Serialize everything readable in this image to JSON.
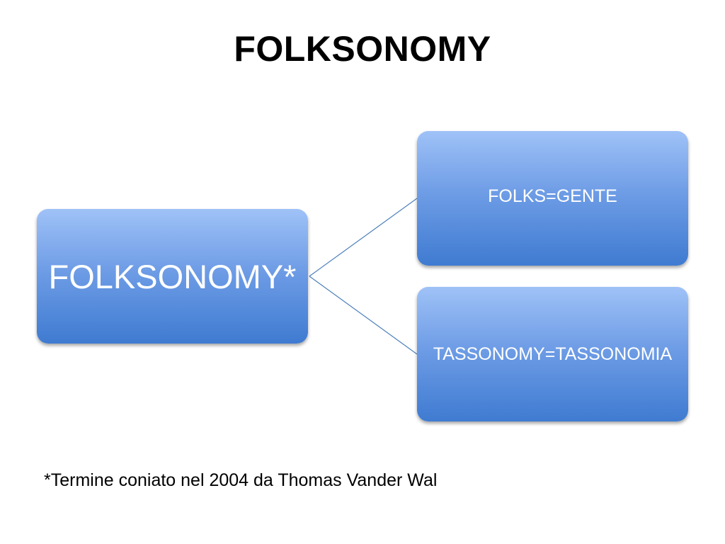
{
  "slide": {
    "title": "FOLKSONOMY"
  },
  "diagram": {
    "root": {
      "label": "FOLKSONOMY*"
    },
    "children": [
      {
        "label": "FOLKS=GENTE"
      },
      {
        "label": "TASSONOMY=TASSONOMIA"
      }
    ],
    "colors": {
      "node_top": "#9fc2f7",
      "node_bottom": "#3f7bd1",
      "connector": "#4f81bd",
      "text": "#ffffff"
    }
  },
  "footnote": {
    "text": "*Termine coniato nel 2004 da Thomas Vander Wal"
  }
}
